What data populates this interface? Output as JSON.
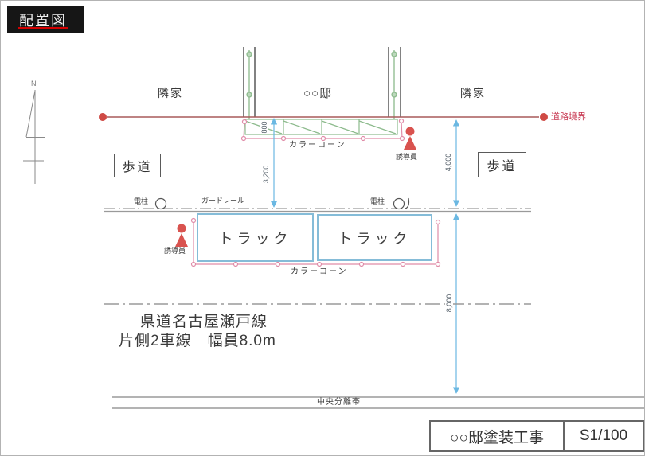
{
  "header": {
    "title": "配置図"
  },
  "compass": {
    "label": "N"
  },
  "plan": {
    "neighbor_left": "隣家",
    "building": "○○邸",
    "neighbor_right": "隣家",
    "road_boundary": "道路境界",
    "sidewalk_left": "歩道",
    "sidewalk_right": "歩道",
    "color_cone_top": "カラーコーン",
    "color_cone_bottom": "カラーコーン",
    "flagman_right": "誘導員",
    "flagman_left": "誘導員",
    "pole_left": "電柱",
    "pole_right": "電柱",
    "guardrail": "ガードレール",
    "truck_left": "トラック",
    "truck_right": "トラック",
    "median": "中央分離帯",
    "road_name": "県道名古屋瀬戸線",
    "road_spec": "片側2車線　幅員8.0m",
    "dimensions": {
      "scaffold_depth": "800",
      "boundary_to_guardrail": "3,200",
      "sidewalk_width": "4,000",
      "road_width": "8,000"
    }
  },
  "title_block": {
    "project": "○○邸塗装工事",
    "scale": "S1/100"
  },
  "colors": {
    "accent_red": "#cf4a45",
    "boundary_line": "#a85a5a",
    "cone_pink": "#e08ca8",
    "scaffold_green": "#8cba8c",
    "dimension_blue": "#6bb8e2",
    "truck_border_blue": "#85bcd8",
    "road_gray": "#9a9a9a",
    "title_underline": "#d40000"
  }
}
